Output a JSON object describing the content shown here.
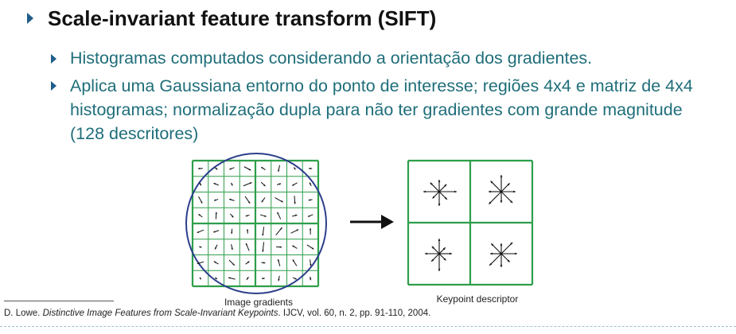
{
  "slide": {
    "title": "Scale-invariant feature transform (SIFT)",
    "bullets": [
      "Histogramas computados considerando a orientação dos gradientes.",
      "Aplica uma Gaussiana entorno do ponto de interesse; regiões 4x4 e matriz de 4x4 histogramas; normalização dupla para não ter gradientes com grande magnitude (128 descritores)"
    ]
  },
  "figure": {
    "left_caption": "Image gradients",
    "right_caption": "Keypoint descriptor",
    "colors": {
      "grid": "#2e9e4b",
      "circle": "#2c3e8c",
      "arrow": "#111111",
      "bullet": "#1f5d8a",
      "text": "#1f6e7a"
    }
  },
  "reference": {
    "author": "D. Lowe. ",
    "title": "Distinctive Image Features from Scale-Invariant Keypoints",
    "rest": ". IJCV, vol. 60, n. 2, pp. 91-110, 2004."
  }
}
